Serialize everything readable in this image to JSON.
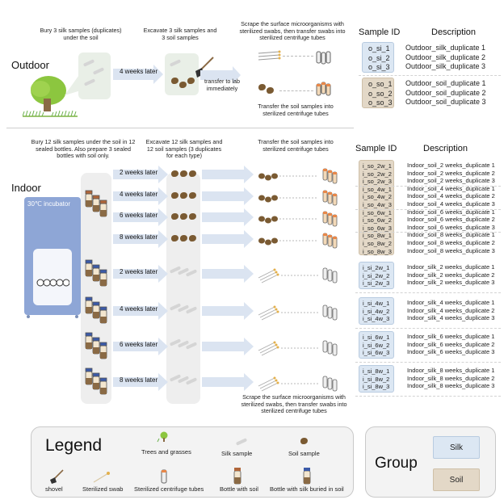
{
  "outdoor": {
    "title": "Outdoor",
    "step1": "Bury 3 silk samples (duplicates) under the soil",
    "arrow1": "4 weeks later",
    "step2": "Excavate 3 silk samples and 3 soil samples",
    "transfer_lab": "transfer to lab immediately",
    "step3_top": "Scrape the surface microorganisms with sterilized swabs, then transfer swabs into sterilized centrifuge tubes",
    "step3_bottom": "Transfer the soil samples into sterilized centrifuge tubes",
    "id_header": "Sample ID",
    "desc_header": "Description",
    "silk_ids": [
      "o_si_1",
      "o_si_2",
      "o_si_3"
    ],
    "silk_desc": [
      "Outdoor_silk_duplicate 1",
      "Outdoor_silk_duplicate 2",
      "Outdoor_silk_duplicate 3"
    ],
    "soil_ids": [
      "o_so_1",
      "o_so_2",
      "o_so_3"
    ],
    "soil_desc": [
      "Outdoor_soil_duplicate 1",
      "Outdoor_soil_duplicate 2",
      "Outdoor_soil_duplicate 3"
    ]
  },
  "indoor": {
    "title": "Indoor",
    "incubator": "30℃ incubator",
    "step1": "Bury 12 silk samples under the soil in 12 sealed bottles. Also prepare 3 sealed bottles with soil only.",
    "step2": "Excavate 12 silk samples and 12 soil samples (3 duplicates for each type)",
    "step3_top": "Transfer the soil samples into sterilized centrifuge tubes",
    "step3_bottom": "Scrape the surface microorganisms with sterilized swabs, then transfer swabs into sterilized centrifuge tubes",
    "id_header": "Sample ID",
    "desc_header": "Description",
    "soil_arrows": [
      "2 weeks later",
      "4 weeks later",
      "6 weeks later",
      "8 weeks later"
    ],
    "silk_arrows": [
      "2 weeks later",
      "4 weeks later",
      "6 weeks later",
      "8 weeks later"
    ],
    "soil_ids": [
      "i_so_2w_1",
      "i_so_2w_2",
      "i_so_2w_3",
      "i_so_4w_1",
      "i_so_4w_2",
      "i_so_4w_3",
      "i_so_6w_1",
      "i_so_6w_2",
      "i_so_6w_3",
      "i_so_8w_1",
      "i_so_8w_2",
      "i_so_8w_3"
    ],
    "soil_desc": [
      "Indoor_soil_2 weeks_duplicate 1",
      "Indoor_soil_2 weeks_duplicate 2",
      "Indoor_soil_2 weeks_duplicate 3",
      "Indoor_soil_4 weeks_duplicate 1",
      "Indoor_soil_4 weeks_duplicate 2",
      "Indoor_soil_4 weeks_duplicate 3",
      "Indoor_soil_6 weeks_duplicate 1",
      "Indoor_soil_6 weeks_duplicate 2",
      "Indoor_soil_6 weeks_duplicate 3",
      "Indoor_soil_8 weeks_duplicate 1",
      "Indoor_soil_8 weeks_duplicate 2",
      "Indoor_soil_8 weeks_duplicate 3"
    ],
    "silk_groups": [
      {
        "ids": [
          "i_si_2w_1",
          "i_si_2w_2",
          "i_si_2w_3"
        ],
        "desc": [
          "Indoor_silk_2 weeks_duplicate 1",
          "Indoor_silk_2 weeks_duplicate 2",
          "Indoor_silk_2 weeks_duplicate 3"
        ]
      },
      {
        "ids": [
          "i_si_4w_1",
          "i_si_4w_2",
          "i_si_4w_3"
        ],
        "desc": [
          "Indoor_silk_4 weeks_duplicate 1",
          "Indoor_silk_4 weeks_duplicate 2",
          "Indoor_silk_4 weeks_duplicate 3"
        ]
      },
      {
        "ids": [
          "i_si_6w_1",
          "i_si_6w_2",
          "i_si_6w_3"
        ],
        "desc": [
          "Indoor_silk_6 weeks_duplicate 1",
          "Indoor_silk_6 weeks_duplicate 2",
          "Indoor_silk_6 weeks_duplicate 3"
        ]
      },
      {
        "ids": [
          "i_si_8w_1",
          "i_si_8w_2",
          "i_si_8w_3"
        ],
        "desc": [
          "Indoor_silk_8 weeks_duplicate 1",
          "Indoor_silk_8 weeks_duplicate 2",
          "Indoor_silk_8 weeks_duplicate 3"
        ]
      }
    ]
  },
  "legend": {
    "title": "Legend",
    "items": {
      "trees": "Trees and grasses",
      "silk": "Silk sample",
      "soil": "Soil sample",
      "shovel": "shovel",
      "swab": "Sterilized swab",
      "tubes": "Sterilized centrifuge tubes",
      "bottle_soil": "Bottle with soil",
      "bottle_silk": "Bottle with silk buried in soil"
    }
  },
  "group": {
    "title": "Group",
    "silk": "Silk",
    "soil": "Soil"
  },
  "colors": {
    "silk_fill": "#dce7f3",
    "soil_fill": "#e3d8c7",
    "arrow": "#dbe4f1",
    "incubator": "#8ea6d6",
    "soil_brown": "#7a5a32",
    "tube_orange": "#e8884a"
  }
}
